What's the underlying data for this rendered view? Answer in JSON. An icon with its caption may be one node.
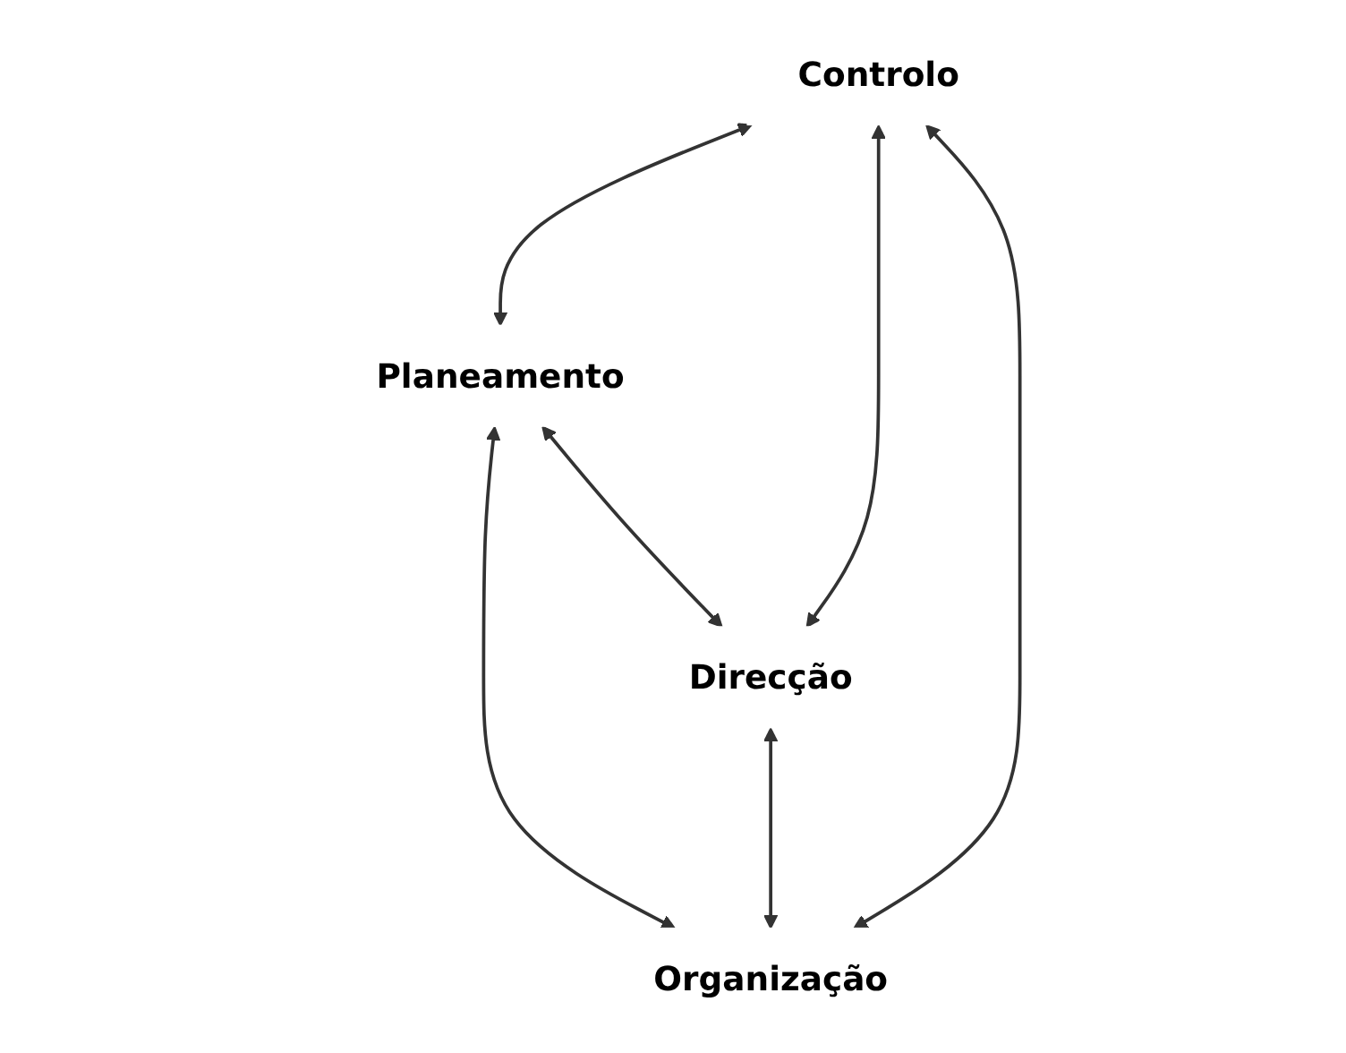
{
  "diagram": {
    "nodes": [
      {
        "text": [
          "Controlo"
        ]
      },
      {
        "text": [
          "Planeamento"
        ]
      },
      {
        "text": [
          "Direcção"
        ]
      },
      {
        "text": [
          "Organização"
        ]
      }
    ],
    "edges": [
      {
        "from": 0,
        "to": 1,
        "arrow": "both"
      },
      {
        "from": 0,
        "to": 2,
        "arrow": "both"
      },
      {
        "from": 1,
        "to": 3,
        "arrow": "both"
      },
      {
        "from": 2,
        "to": 3,
        "arrow": "both"
      },
      {
        "from": 0,
        "to": 3,
        "arrow": "both"
      },
      {
        "from": 1,
        "to": 2,
        "arrow": "both"
      }
    ]
  }
}
